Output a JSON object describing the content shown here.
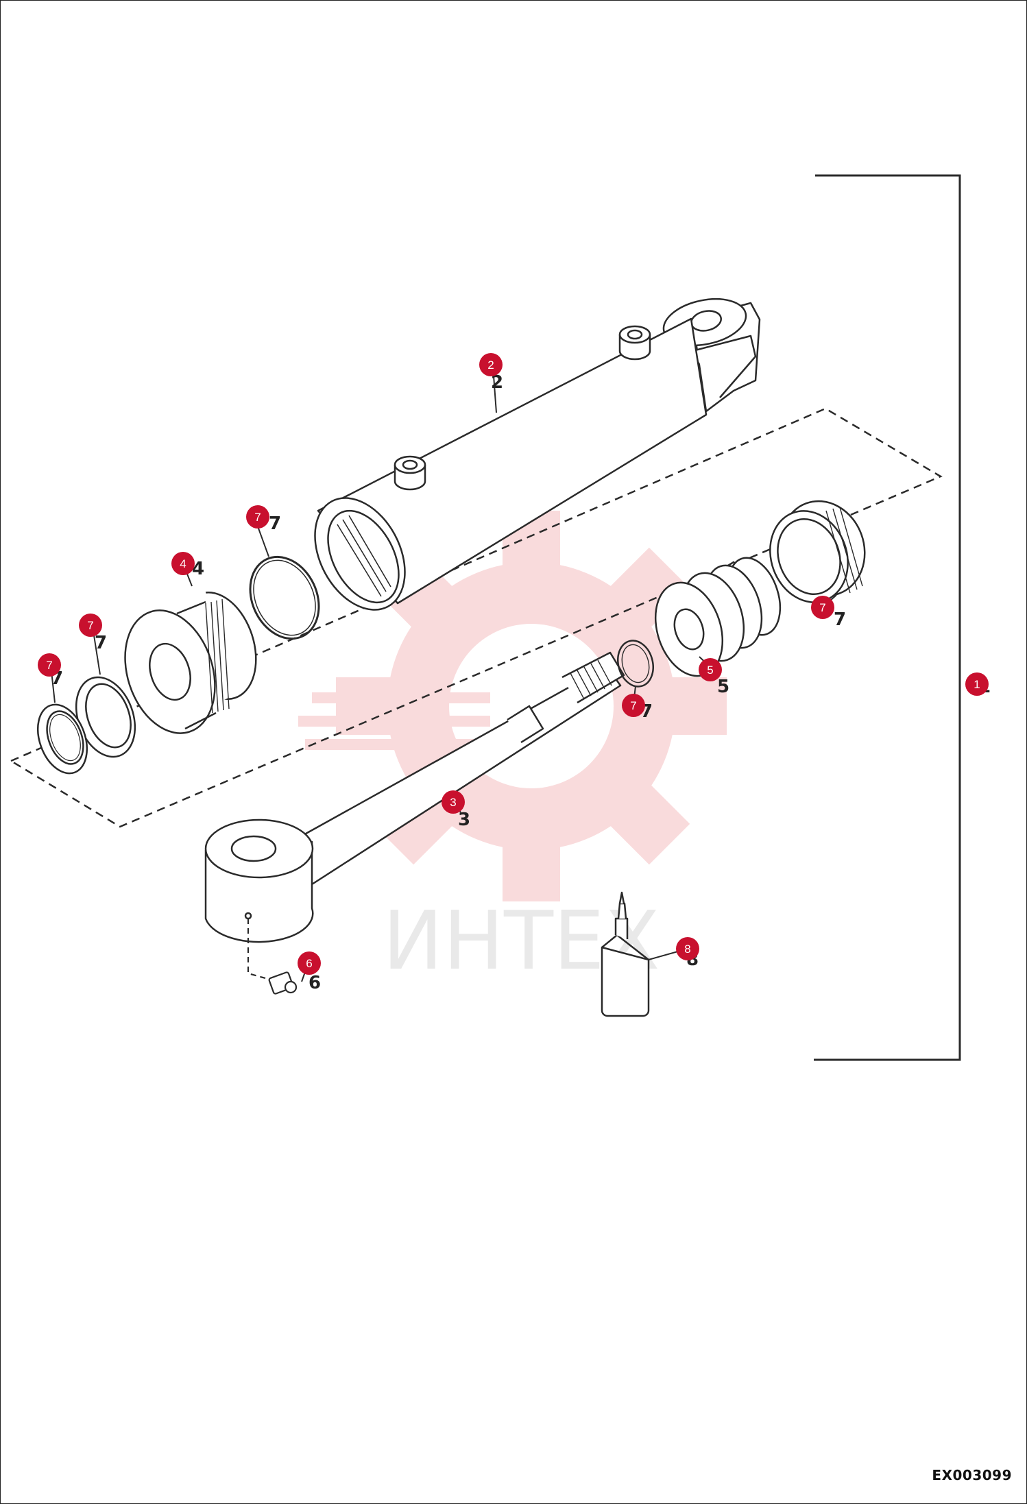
{
  "diagram": {
    "watermark": {
      "text": "ИНТЕХ",
      "icon": "gear-logo-icon"
    },
    "drawing_code": "EX003099",
    "callouts": [
      {
        "id": "callout-1",
        "label": "1",
        "part": "1"
      },
      {
        "id": "callout-2",
        "label": "2",
        "part": "2"
      },
      {
        "id": "callout-3",
        "label": "3",
        "part": "3"
      },
      {
        "id": "callout-4",
        "label": "4",
        "part": "4"
      },
      {
        "id": "callout-5",
        "label": "5",
        "part": "5"
      },
      {
        "id": "callout-6",
        "label": "6",
        "part": "6"
      },
      {
        "id": "callout-7a",
        "label": "7",
        "part": "7"
      },
      {
        "id": "callout-7b",
        "label": "7",
        "part": "7"
      },
      {
        "id": "callout-7c",
        "label": "7",
        "part": "7"
      },
      {
        "id": "callout-7d",
        "label": "7",
        "part": "7"
      },
      {
        "id": "callout-7e",
        "label": "7",
        "part": "7"
      },
      {
        "id": "callout-8",
        "label": "8",
        "part": "8"
      }
    ],
    "colors": {
      "marker": "#c8102e",
      "line": "#2a2a2a",
      "watermark": "#e0252b"
    }
  }
}
